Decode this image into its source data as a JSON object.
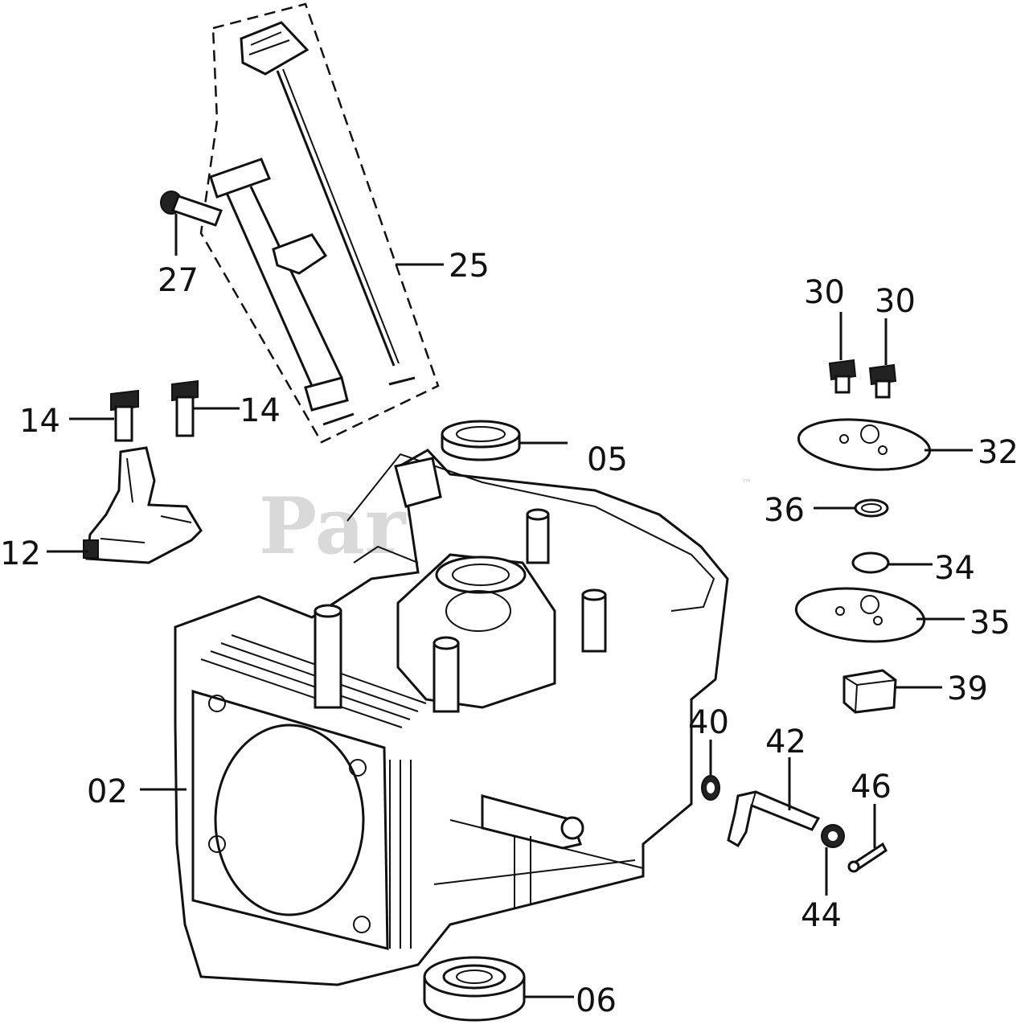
{
  "watermark": {
    "text": "PartsTree",
    "trademark": "™"
  },
  "callouts": {
    "p25": "25",
    "p27": "27",
    "p14a": "14",
    "p14b": "14",
    "p12": "12",
    "p05": "05",
    "p30a": "30",
    "p30b": "30",
    "p32": "32",
    "p36": "36",
    "p34": "34",
    "p35": "35",
    "p39": "39",
    "p40": "40",
    "p42": "42",
    "p46": "46",
    "p44": "44",
    "p02": "02",
    "p06": "06"
  }
}
